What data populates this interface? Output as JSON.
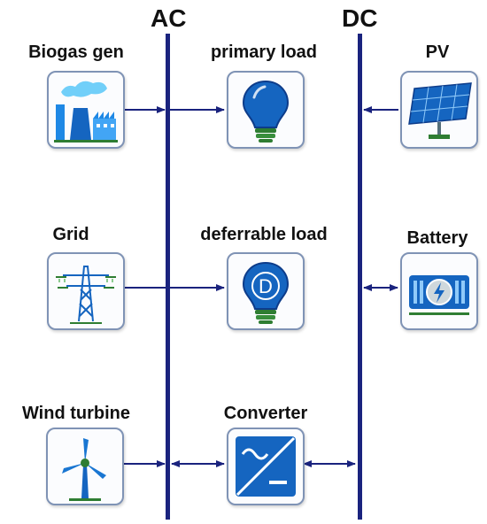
{
  "buses": {
    "ac": "AC",
    "dc": "DC"
  },
  "components": {
    "biogas": "Biogas gen",
    "primary_load": "primary load",
    "pv": "PV",
    "grid": "Grid",
    "deferrable_load": "deferrable load",
    "battery": "Battery",
    "wind": "Wind turbine",
    "converter": "Converter"
  },
  "deferrable_symbol": "D",
  "colors": {
    "bus": "#1a237e",
    "icon_blue": "#1565c0",
    "bulb_base": "#2e7d32",
    "box_border": "#7f93b5"
  }
}
